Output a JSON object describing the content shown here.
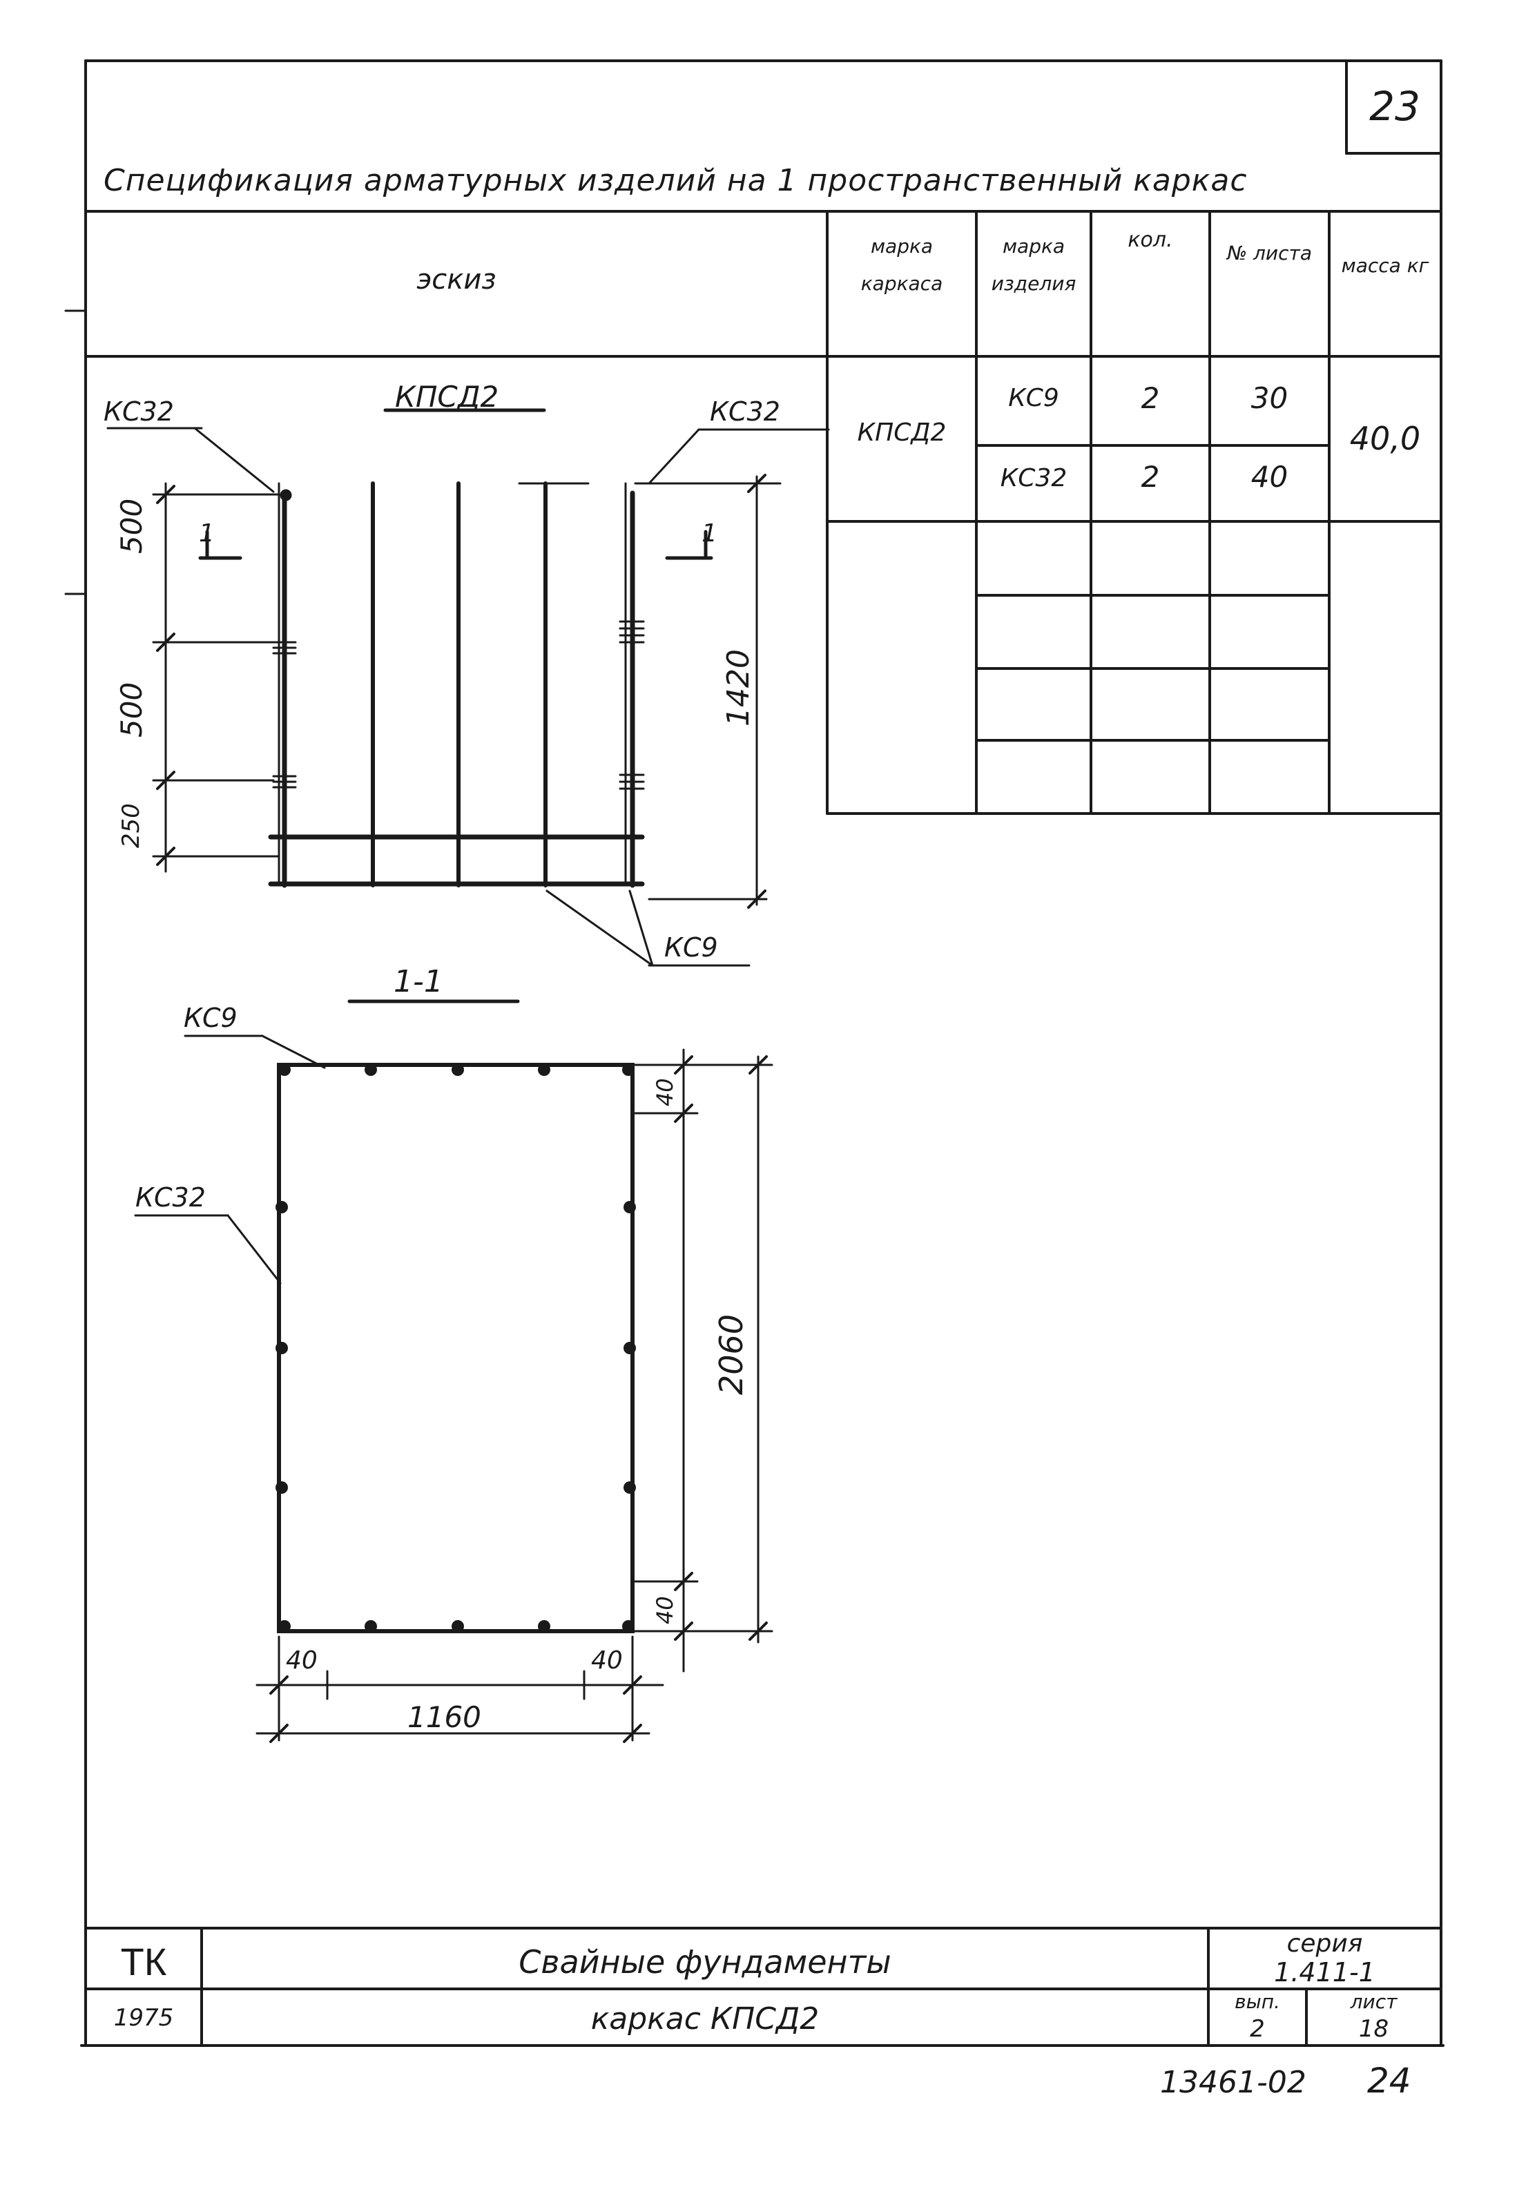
{
  "sheet_number": "23",
  "title": "Спецификация арматурных изделий на 1 пространственный каркас",
  "table": {
    "group_header": "эскиз",
    "columns": [
      "марка каркаса",
      "марка изделия",
      "кол.",
      "№ листа",
      "масса кг"
    ],
    "frame_mark": "КПСД2",
    "rows": [
      {
        "item": "КС9",
        "qty": "2",
        "sheet": "30"
      },
      {
        "item": "КС32",
        "qty": "2",
        "sheet": "40"
      }
    ],
    "mass": "40,0"
  },
  "drawing": {
    "elevation_title": "КПСД2",
    "section_title": "1-1",
    "labels": {
      "kc32_left": "КС32",
      "kc32_right": "КС32",
      "kc9_bottom": "КС9",
      "kc9_section": "КС9",
      "kc32_section": "КС32"
    },
    "section_marks": {
      "left": "1",
      "right": "1"
    },
    "dims": {
      "d500_top": "500",
      "d500_mid": "500",
      "d250": "250",
      "d1420": "1420",
      "d40_top": "40",
      "d2060": "2060",
      "d40_bottom": "40",
      "d40_left": "40",
      "d40_right": "40",
      "d1160": "1160"
    }
  },
  "stamp": {
    "org": "ТК",
    "year": "1975",
    "project": "Свайные фундаменты",
    "drawing_title": "каркас КПСД2",
    "series_label": "серия",
    "series_value": "1.411-1",
    "issue_label": "вып.",
    "issue_value": "2",
    "sheet_label": "лист",
    "sheet_value": "18"
  },
  "archive_number": "13461-02",
  "archive_page": "24"
}
